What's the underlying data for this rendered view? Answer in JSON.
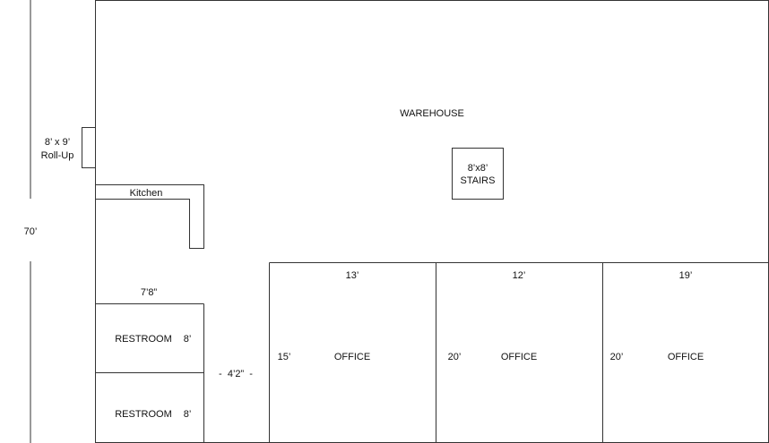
{
  "labels": {
    "warehouse": "WAREHOUSE",
    "stairs_size": "8’x8’",
    "stairs": "STAIRS",
    "rollup_size": "8’ x 9’",
    "rollup": "Roll-Up",
    "kitchen": "Kitchen",
    "overall_depth": "70’",
    "restroom_width": "7’8”",
    "restroom_1": "RESTROOM",
    "restroom_1_depth": "8’",
    "restroom_2": "RESTROOM",
    "restroom_2_depth": "8’",
    "hall_width": "-  4’2”  -",
    "office_1_width": "13’",
    "office_1_depth": "15’",
    "office_1": "OFFICE",
    "office_2_width": "12’",
    "office_2_depth": "20’",
    "office_2": "OFFICE",
    "office_3_width": "19’",
    "office_3_depth": "20’",
    "office_3": "OFFICE"
  },
  "colors": {
    "line": "#333333",
    "text": "#111111",
    "background": "#ffffff"
  }
}
